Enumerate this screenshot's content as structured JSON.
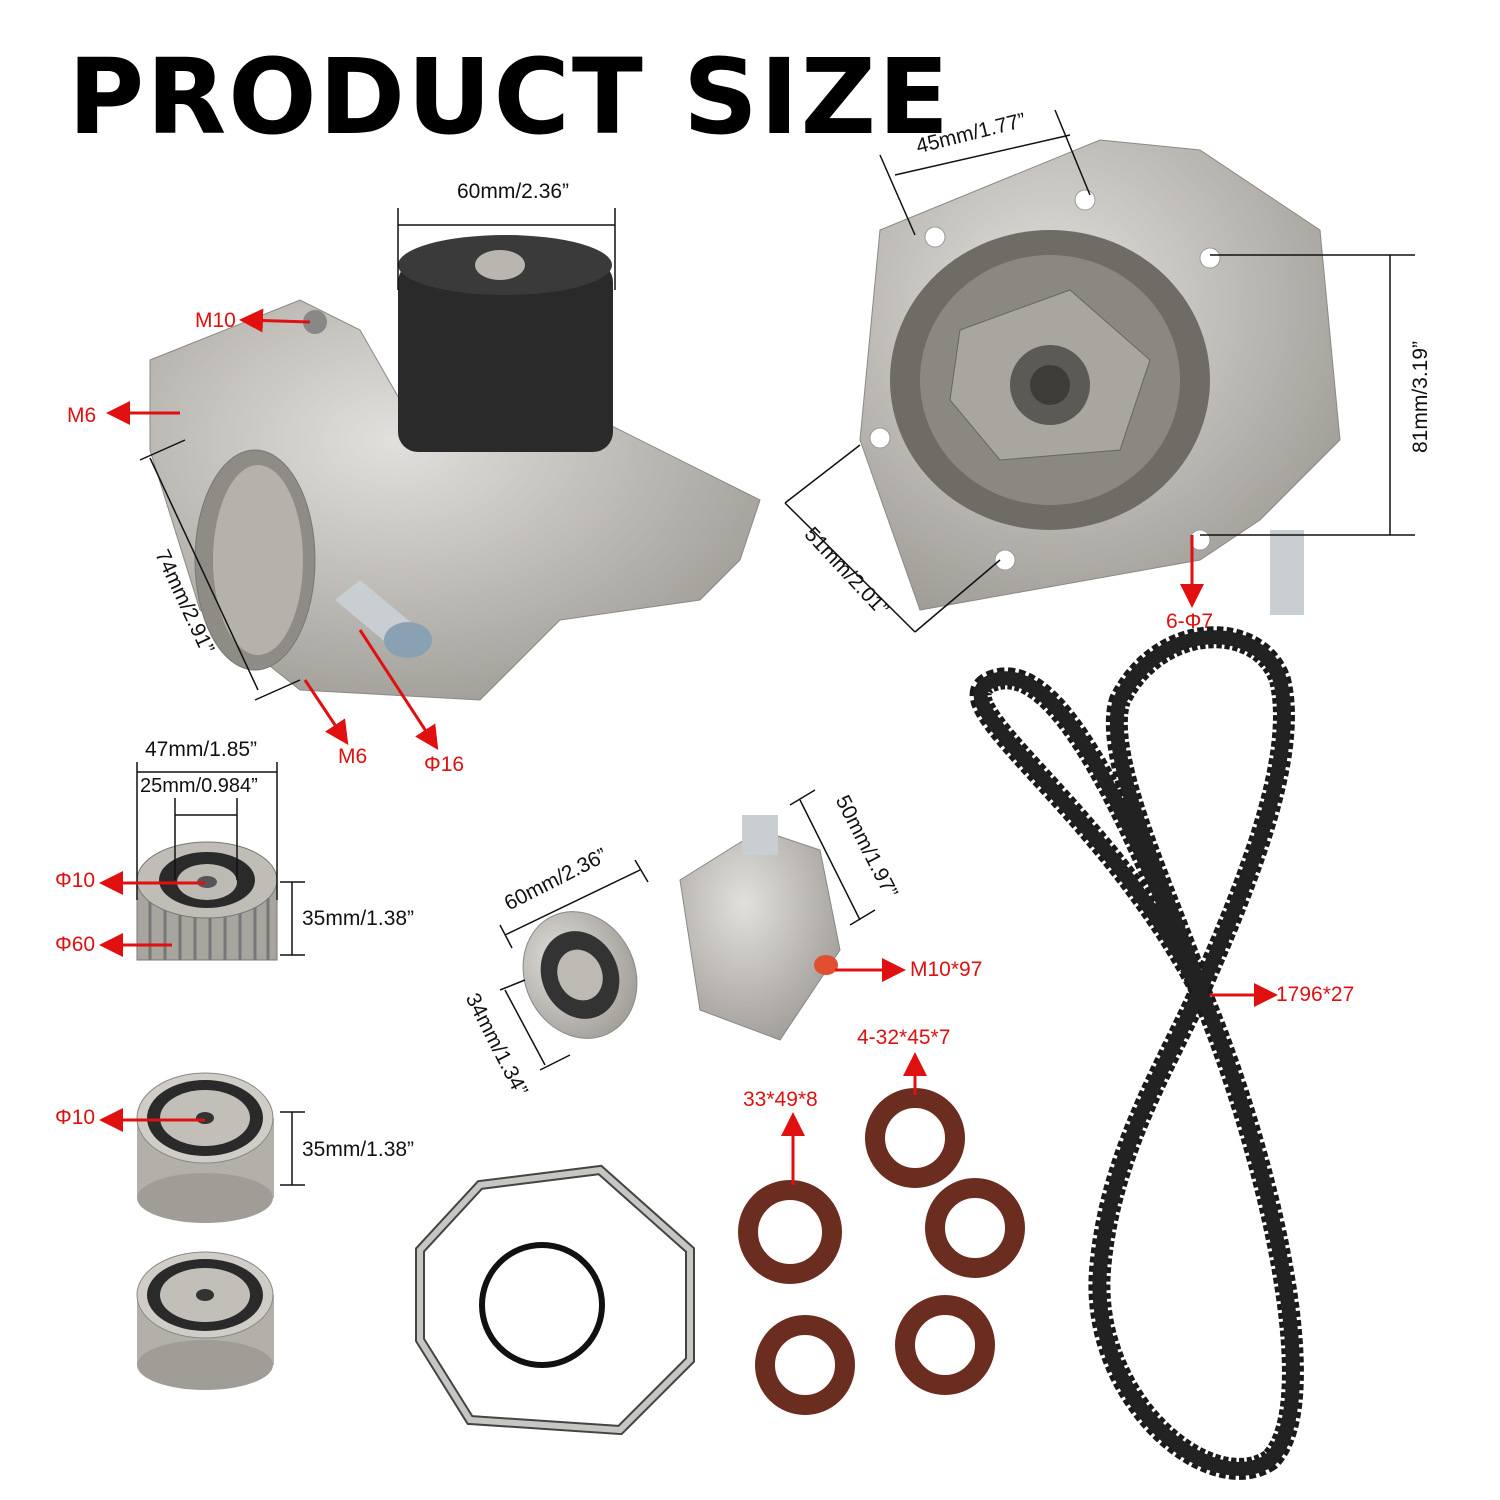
{
  "title": "PRODUCT SIZE",
  "colors": {
    "accent_red": "#e01010",
    "metal": "#bdbab4",
    "seal": "#6b2d20",
    "belt": "#1a1a1a"
  },
  "water_pump_side": {
    "top_width": "60mm/2.36”",
    "thread_top": "M10",
    "thread_left": "M6",
    "flange_height": "74mm/2.91”",
    "thread_bottom": "M6",
    "pipe_diameter": "Φ16"
  },
  "water_pump_front": {
    "top_width": "45mm/1.77”",
    "height": "81mm/3.19”",
    "diagonal": "51mm/2.01”",
    "holes": "6-Φ7"
  },
  "toothed_idler": {
    "outer_width": "47mm/1.85”",
    "inner_width": "25mm/0.984”",
    "bore": "Φ10",
    "diameter": "Φ60",
    "height": "35mm/1.38”"
  },
  "tensioner": {
    "pulley_width": "60mm/2.36”",
    "arm_length": "50mm/1.97”",
    "bolt": "M10*97",
    "pulley_height": "34mm/1.34”"
  },
  "smooth_idler": {
    "bore": "Φ10",
    "height": "35mm/1.38”"
  },
  "seals": {
    "large": "4-32*45*7",
    "small": "33*49*8"
  },
  "belt": {
    "size": "1796*27"
  }
}
